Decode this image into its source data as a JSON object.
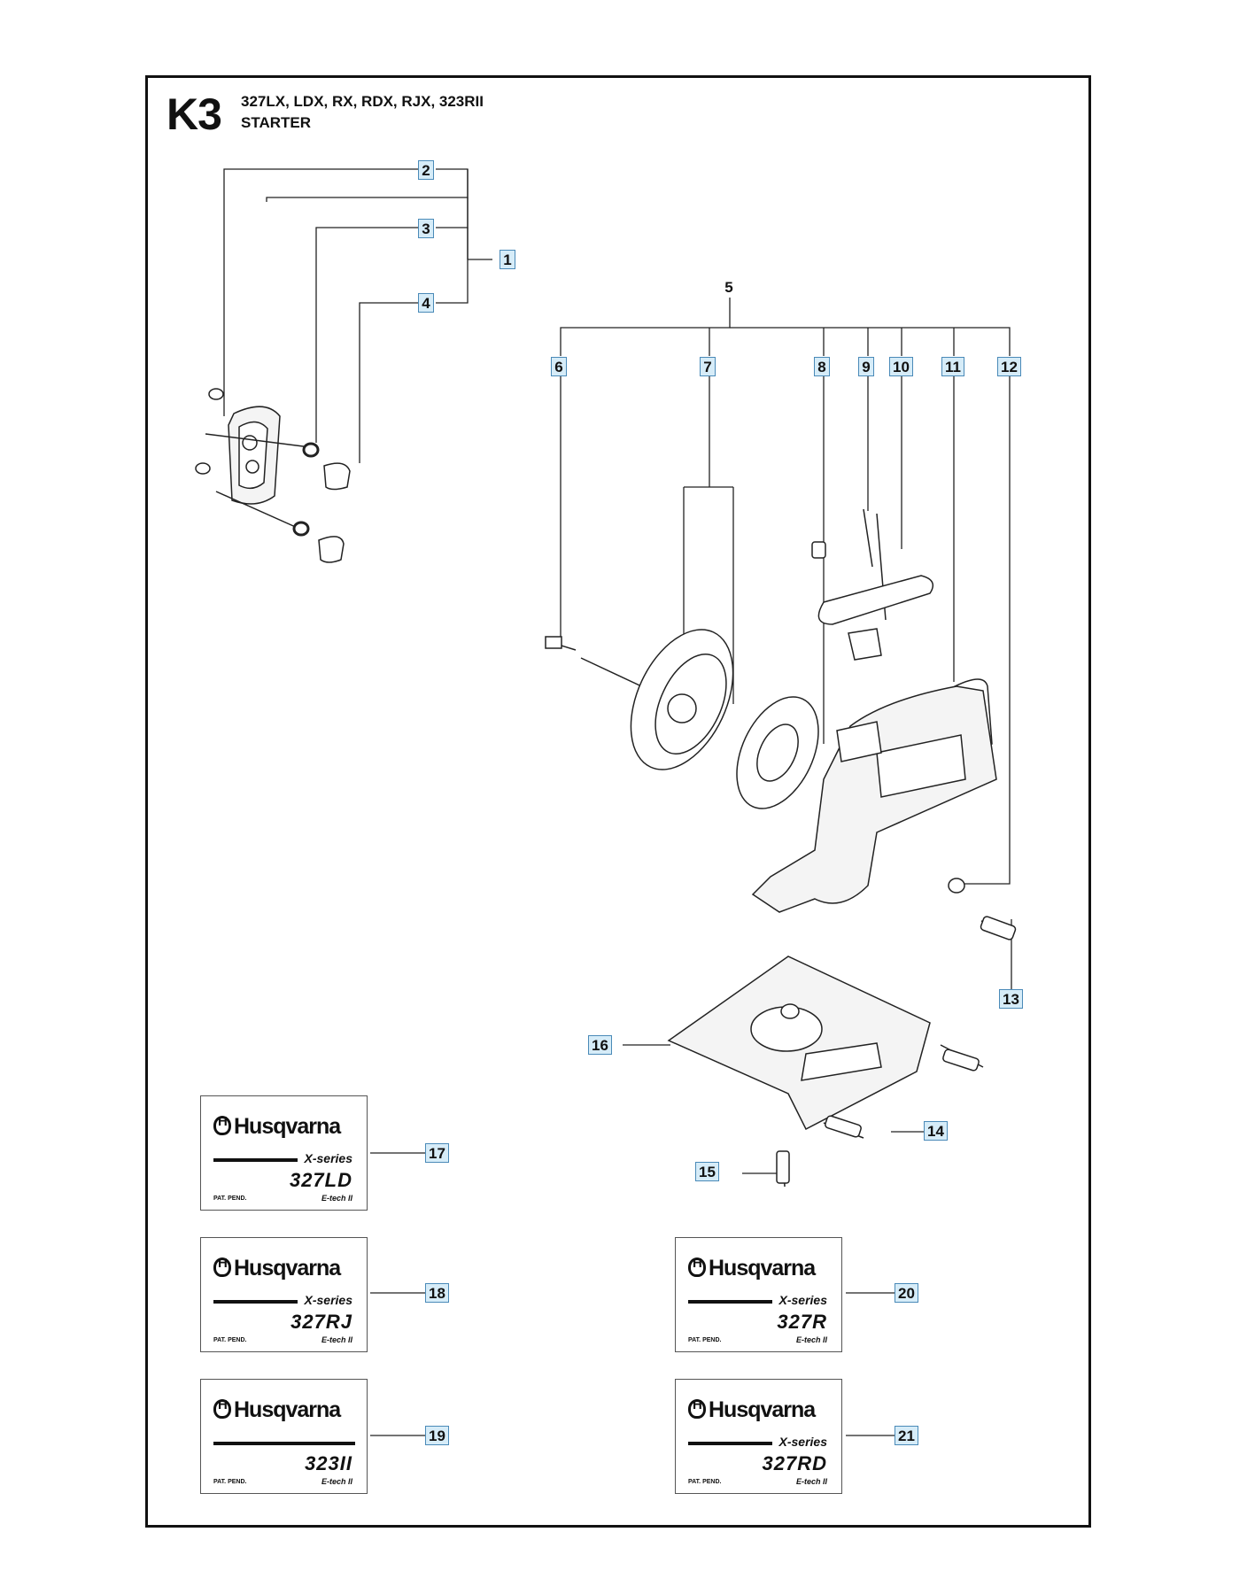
{
  "header": {
    "code": "K3",
    "models": "327LX, LDX, RX, RDX, RJX, 323RII",
    "section": "STARTER"
  },
  "callouts": {
    "c1": "1",
    "c2": "2",
    "c3": "3",
    "c4": "4",
    "c5": "5",
    "c6": "6",
    "c7": "7",
    "c8": "8",
    "c9": "9",
    "c10": "10",
    "c11": "11",
    "c12": "12",
    "c13": "13",
    "c14": "14",
    "c15": "15",
    "c16": "16",
    "c17": "17",
    "c18": "18",
    "c19": "19",
    "c20": "20",
    "c21": "21"
  },
  "decals": [
    {
      "brand": "Husqvarna",
      "series": "X-series",
      "model": "327LD",
      "pat": "PAT. PEND.",
      "etech": "E-tech II"
    },
    {
      "brand": "Husqvarna",
      "series": "X-series",
      "model": "327RJ",
      "pat": "PAT. PEND.",
      "etech": "E-tech II"
    },
    {
      "brand": "Husqvarna",
      "series": "",
      "model": "323II",
      "pat": "PAT. PEND.",
      "etech": "E-tech II"
    },
    {
      "brand": "Husqvarna",
      "series": "X-series",
      "model": "327R",
      "pat": "PAT. PEND.",
      "etech": "E-tech II"
    },
    {
      "brand": "Husqvarna",
      "series": "X-series",
      "model": "327RD",
      "pat": "PAT. PEND.",
      "etech": "E-tech II"
    }
  ]
}
